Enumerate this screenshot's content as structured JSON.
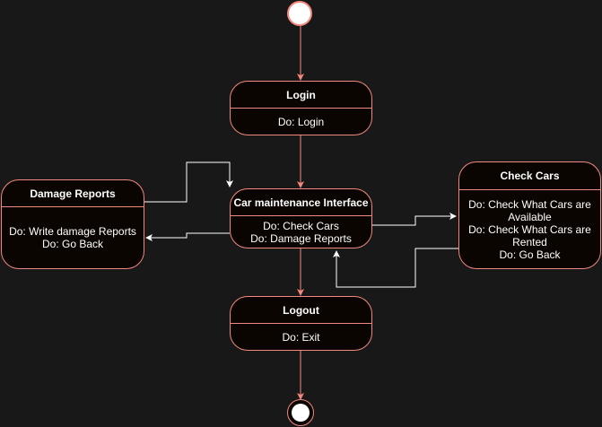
{
  "colors": {
    "background": "#181818",
    "state_fill": "#0a0500",
    "state_border": "#f3887f",
    "connector": "#ffffff",
    "text": "#ffffff"
  },
  "states": {
    "login": {
      "title": "Login",
      "actions": [
        "Do: Login"
      ]
    },
    "car_maintenance": {
      "title": "Car maintenance Interface",
      "actions": [
        "Do: Check Cars",
        "Do: Damage Reports"
      ]
    },
    "damage_reports": {
      "title": "Damage Reports",
      "actions": [
        "Do: Write damage Reports",
        "Do: Go Back"
      ]
    },
    "check_cars": {
      "title": "Check Cars",
      "actions": [
        "Do: Check What Cars are",
        "Available",
        "Do: Check What Cars are",
        "Rented",
        "Do: Go Back"
      ]
    },
    "logout": {
      "title": "Logout",
      "actions": [
        "Do: Exit"
      ]
    }
  }
}
